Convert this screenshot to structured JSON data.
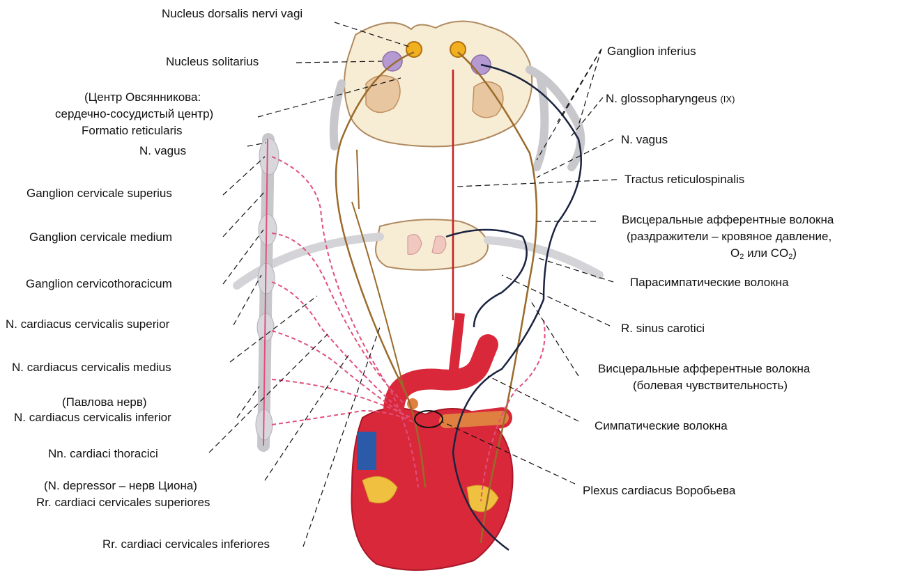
{
  "labels": {
    "nucleus_dorsalis": "Nucleus dorsalis nervi vagi",
    "nucleus_solitarius": "Nucleus solitarius",
    "ovsyannikov_center": "(Центр Овсянникова:",
    "cardio_center": "сердечно-сосудистый центр)",
    "formatio_reticularis": "Formatio reticularis",
    "n_vagus_left": "N. vagus",
    "ganglion_cerv_sup": "Ganglion cervicale superius",
    "ganglion_cerv_med": "Ganglion cervicale medium",
    "ganglion_cervicothoracicum": "Ganglion cervicothoracicum",
    "n_card_cerv_sup": "N. cardiacus cervicalis superior",
    "n_card_cerv_med": "N. cardiacus cervicalis medius",
    "pavlov_nerve": "(Павлова нерв)",
    "n_card_cerv_inf": "N. cardiacus cervicalis inferior",
    "nn_card_thoracici": "Nn. cardiaci thoracici",
    "n_depressor": "(N. depressor – нерв Циона)",
    "rr_card_cerv_sup": "Rr. cardiaci cervicales superiores",
    "rr_card_cerv_inf": "Rr. cardiaci cervicales inferiores",
    "ganglion_inferius": "Ganglion inferius",
    "n_glossopharyngeus": "N. glossopharyngeus",
    "n_glossopharyngeus_num": "(IX)",
    "n_vagus_right": "N. vagus",
    "tractus_reticulospinalis": "Tractus reticulospinalis",
    "visceral_aff_1": "Висцеральные афферентные волокна",
    "visceral_aff_1b": "(раздражители – кровяное давление,",
    "visceral_aff_1c_a": "O",
    "visceral_aff_1c_sub1": "2",
    "visceral_aff_1c_b": " или CO",
    "visceral_aff_1c_sub2": "2",
    "visceral_aff_1c_c": ")",
    "parasymp_fibers": "Парасимпатические волокна",
    "r_sinus_carotici": "R. sinus carotici",
    "visceral_aff_2": "Висцеральные афферентные волокна",
    "visceral_aff_2b": "(болевая чувствительность)",
    "symp_fibers": "Симпатические волокна",
    "plexus_cardiacus": "Plexus cardiacus Воробьева"
  },
  "colors": {
    "sympathetic": "#e0507a",
    "parasympathetic": "#9a6a2a",
    "afferent": "#1a2440",
    "artery": "#d8283a",
    "vein": "#2a5aa8",
    "brain_tissue": "#f7ecd4",
    "nucleus": "#b49ad0",
    "nerve_gray": "#c8c8cc"
  }
}
